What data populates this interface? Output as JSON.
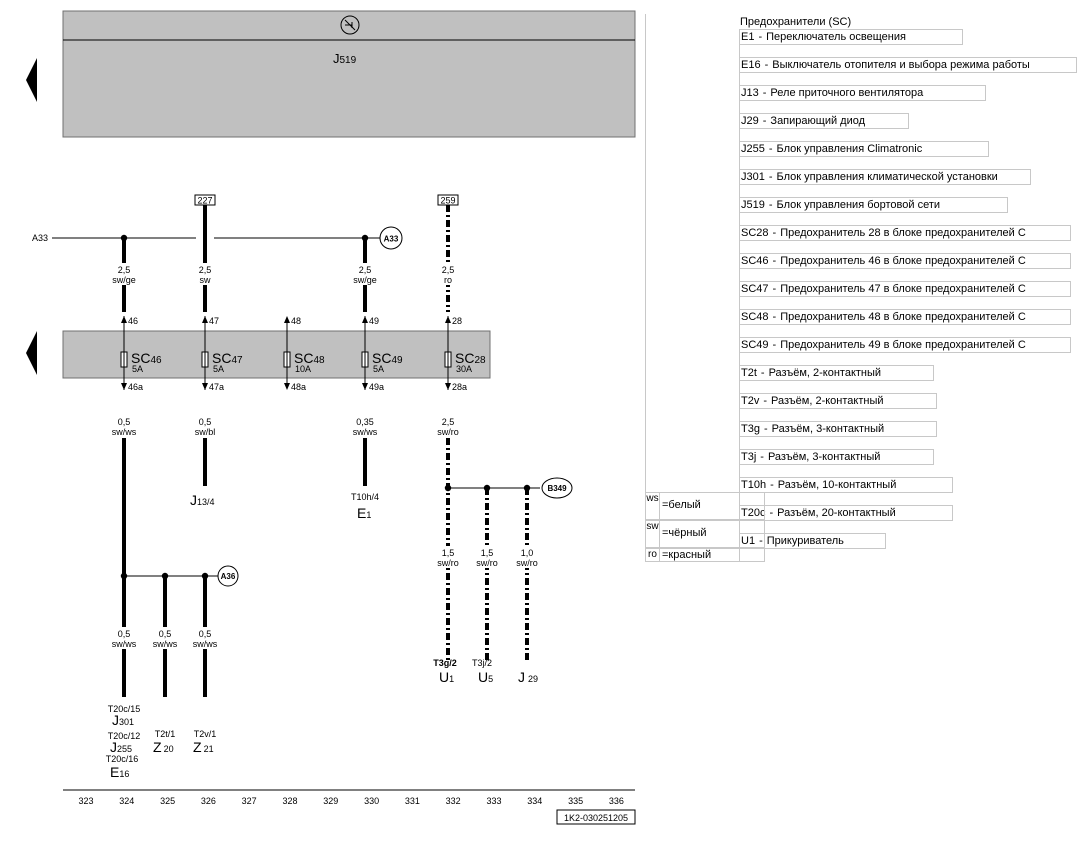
{
  "diagram": {
    "module": {
      "name": "J",
      "sub": "519"
    },
    "fuse_row": [
      {
        "code": "SC",
        "num": "46",
        "rating": "5A",
        "top": "46",
        "bottom": "46a"
      },
      {
        "code": "SC",
        "num": "47",
        "rating": "5A",
        "top": "47",
        "bottom": "47a"
      },
      {
        "code": "SC",
        "num": "48",
        "rating": "10A",
        "top": "48",
        "bottom": "48a"
      },
      {
        "code": "SC",
        "num": "49",
        "rating": "5A",
        "top": "49",
        "bottom": "49a"
      },
      {
        "code": "SC",
        "num": "28",
        "rating": "30A",
        "top": "28",
        "bottom": "28a"
      }
    ],
    "top_wires": [
      {
        "gauge": "2,5",
        "color": "sw/ge"
      },
      {
        "gauge": "2,5",
        "color": "sw"
      },
      {
        "gauge": "2,5",
        "color": "sw/ge"
      },
      {
        "gauge": "2,5",
        "color": "ro"
      }
    ],
    "mid_wires": [
      {
        "gauge": "0,5",
        "color": "sw/ws"
      },
      {
        "gauge": "0,5",
        "color": "sw/bl"
      },
      {
        "gauge": "0,35",
        "color": "sw/ws"
      },
      {
        "gauge": "2,5",
        "color": "sw/ro"
      }
    ],
    "low_wires": [
      {
        "gauge": "0,5",
        "color": "sw/ws"
      },
      {
        "gauge": "0,5",
        "color": "sw/ws"
      },
      {
        "gauge": "0,5",
        "color": "sw/ws"
      },
      {
        "gauge": "1,5",
        "color": "sw/ro"
      },
      {
        "gauge": "1,5",
        "color": "sw/ro"
      },
      {
        "gauge": "1,0",
        "color": "sw/ro"
      }
    ],
    "refs": {
      "r227": "227",
      "r259": "259",
      "a33_left": "A33",
      "a33_node": "A33",
      "a36": "A36",
      "b349": "B349"
    },
    "components": {
      "j13_conn": "J",
      "j13_sub": "13/4",
      "e1_conn": "T10h/4",
      "e1_name": "E",
      "e1_sub": "1",
      "c324": [
        {
          "conn": "T20c/15",
          "name": "J",
          "sub": "301"
        },
        {
          "conn": "T20c/12",
          "name": "J",
          "sub": "255"
        },
        {
          "conn": "T20c/16",
          "name": "E",
          "sub": "16"
        }
      ],
      "z20": {
        "conn": "T2t/1",
        "name": "Z",
        "sub": "20"
      },
      "z21": {
        "conn": "T2v/1",
        "name": "Z",
        "sub": "21"
      },
      "u1": {
        "conn": "T3g/2",
        "name": "U",
        "sub": "1"
      },
      "u5": {
        "conn": "T3j/2",
        "name": "U",
        "sub": "5"
      },
      "j29": {
        "name": "J",
        "sub": "29"
      }
    },
    "columns": [
      "323",
      "324",
      "325",
      "326",
      "327",
      "328",
      "329",
      "330",
      "331",
      "332",
      "333",
      "334",
      "335",
      "336"
    ],
    "drawing_number": "1K2-030251205"
  },
  "legend": {
    "title": "Предохранители (SC)",
    "items": [
      {
        "code": "E1",
        "desc": "Переключатель освещения"
      },
      {
        "code": "E16",
        "desc": "Выключатель отопителя и выбора режима работы"
      },
      {
        "code": "J13",
        "desc": "Реле приточного вентилятора"
      },
      {
        "code": "J29",
        "desc": "Запирающий диод"
      },
      {
        "code": "J255",
        "desc": "Блок управления Climatronic"
      },
      {
        "code": "J301",
        "desc": "Блок управления климатической установки"
      },
      {
        "code": "J519",
        "desc": "Блок управления бортовой сети"
      },
      {
        "code": "SC28",
        "desc": "Предохранитель 28 в блоке предохранителей C"
      },
      {
        "code": "SC46",
        "desc": "Предохранитель 46 в блоке предохранителей C"
      },
      {
        "code": "SC47",
        "desc": "Предохранитель 47 в блоке предохранителей C"
      },
      {
        "code": "SC48",
        "desc": "Предохранитель 48 в блоке предохранителей C"
      },
      {
        "code": "SC49",
        "desc": "Предохранитель 49 в блоке предохранителей C"
      },
      {
        "code": "T2t",
        "desc": "Разъём, 2-контактный"
      },
      {
        "code": "T2v",
        "desc": "Разъём, 2-контактный"
      },
      {
        "code": "T3g",
        "desc": "Разъём, 3-контактный"
      },
      {
        "code": "T3j",
        "desc": "Разъём, 3-контактный"
      },
      {
        "code": "T10h",
        "desc": "Разъём, 10-контактный"
      },
      {
        "code": "T20c",
        "desc": "Разъём, 20-контактный"
      },
      {
        "code": "U1",
        "desc": "Прикуриватель"
      }
    ],
    "wire_colors": [
      {
        "code": "ws",
        "name": "=белый"
      },
      {
        "code": "sw",
        "name": "=чёрный"
      },
      {
        "code": "ro",
        "name": "=красный"
      }
    ]
  },
  "colors": {
    "panel": "#c0c0c0",
    "wire": "#000000",
    "grid": "#c8c8c8"
  }
}
